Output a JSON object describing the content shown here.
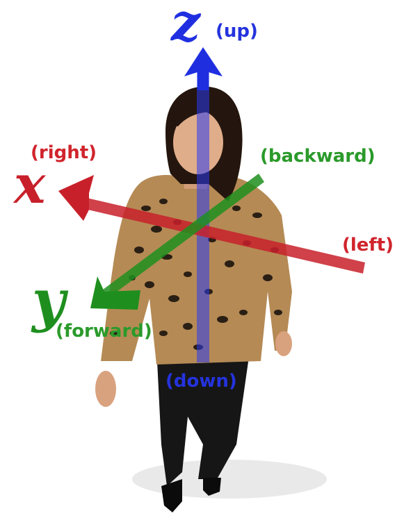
{
  "colors": {
    "x_axis": "#c8202a",
    "y_axis": "#1e8f1e",
    "z_axis": "#1f2fe0",
    "label_red": "#d0242c",
    "label_green": "#2a9a2a",
    "label_blue": "#2433dd"
  },
  "axes": {
    "z": {
      "letter": "z",
      "positive_label": "(up)",
      "negative_label": "(down)"
    },
    "x": {
      "letter": "x",
      "positive_label": "(right)",
      "negative_label": "(left)"
    },
    "y": {
      "letter": "y",
      "positive_label": "(forward)",
      "negative_label": "(backward)"
    }
  }
}
